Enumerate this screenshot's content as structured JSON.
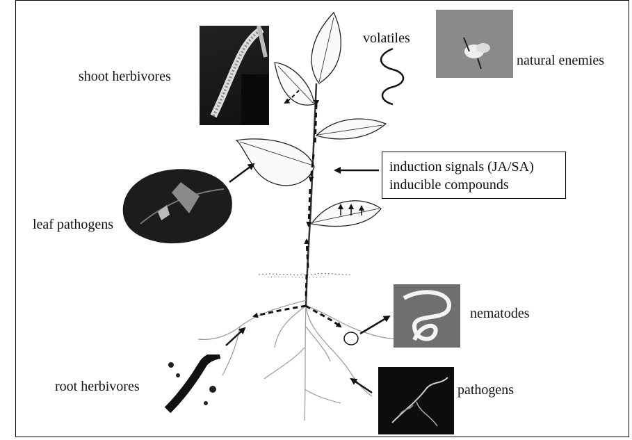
{
  "labels": {
    "shoot_herbivores": "shoot herbivores",
    "volatiles": "volatiles",
    "natural_enemies": "natural enemies",
    "leaf_pathogens": "leaf pathogens",
    "nematodes": "nematodes",
    "root_herbivores": "root herbivores",
    "pathogens": "pathogens"
  },
  "signal_box": {
    "line1": "induction signals (JA/SA)",
    "line2": "inducible compounds"
  }
}
